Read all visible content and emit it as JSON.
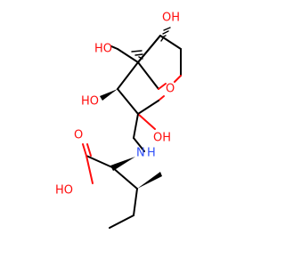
{
  "molecule": {
    "atoms": {
      "oh_c4": {
        "text": "OH",
        "color": "#ff0d0d"
      },
      "ho_c3": {
        "text": "HO",
        "color": "#ff0d0d"
      },
      "ho_c2": {
        "text": "HO",
        "color": "#ff0d0d"
      },
      "ring_o": {
        "text": "O",
        "color": "#ff0d0d"
      },
      "oh_c1": {
        "text": "OH",
        "color": "#ff0d0d"
      },
      "amine_n": {
        "text": "N",
        "color": "#3050f8"
      },
      "amine_h": {
        "text": "H",
        "color": "#3050f8"
      },
      "carbonyl_o": {
        "text": "O",
        "color": "#ff0d0d"
      },
      "acid_ho": {
        "text": "HO",
        "color": "#ff0d0d"
      }
    }
  }
}
